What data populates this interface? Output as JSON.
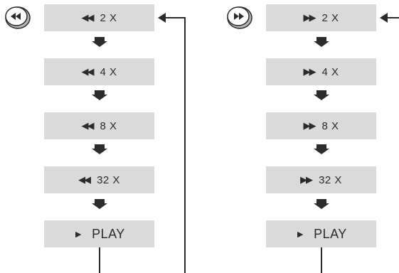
{
  "colors": {
    "box_fill": "#dadada",
    "line": "#2b2b2b",
    "text": "#2b2b2b"
  },
  "rewind": {
    "button_icon": "rewind-icon",
    "steps": [
      {
        "glyph": "◀◀",
        "label": "2 X"
      },
      {
        "glyph": "◀◀",
        "label": "4 X"
      },
      {
        "glyph": "◀◀",
        "label": "8 X"
      },
      {
        "glyph": "◀◀",
        "label": "32 X"
      },
      {
        "glyph": "►",
        "label": "PLAY"
      }
    ]
  },
  "fast_forward": {
    "button_icon": "fast-forward-icon",
    "steps": [
      {
        "glyph": "▶▶",
        "label": "2 X"
      },
      {
        "glyph": "▶▶",
        "label": "4 X"
      },
      {
        "glyph": "▶▶",
        "label": "8 X"
      },
      {
        "glyph": "▶▶",
        "label": "32 X"
      },
      {
        "glyph": "►",
        "label": "PLAY"
      }
    ]
  }
}
